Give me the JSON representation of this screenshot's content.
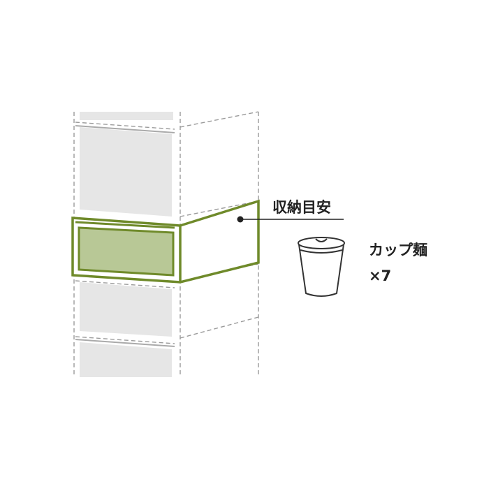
{
  "diagram": {
    "callout_label": "収納目安",
    "item": {
      "name": "カップ麺",
      "quantity": "×7"
    }
  },
  "colors": {
    "highlight_stroke": "#6f8a2a",
    "highlight_fill": "#b8c896",
    "drawer_fill": "#e6e6e6",
    "dashed_line": "#9a9a9a",
    "text": "#222222"
  },
  "icons": {
    "callout_dot": "leader-dot-icon",
    "item_icon": "cup-noodle-icon"
  }
}
